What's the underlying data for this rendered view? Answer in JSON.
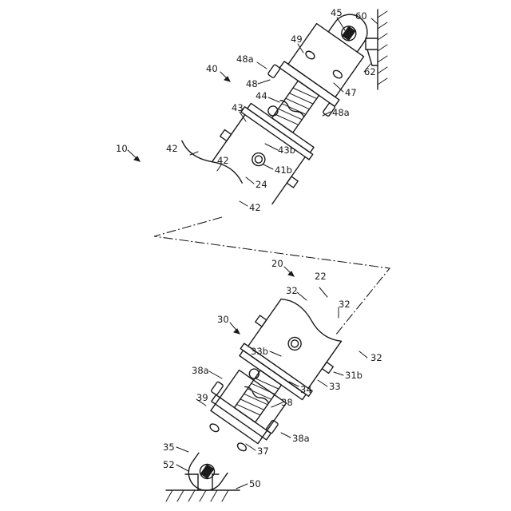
{
  "labels": {
    "l45": "45",
    "l60": "60",
    "l49": "49",
    "l48a_top": "48a",
    "l62": "62",
    "l40": "40",
    "l48": "48",
    "l47": "47",
    "l44": "44",
    "l48a_right": "48a",
    "l43": "43",
    "l43b": "43b",
    "l10": "10",
    "l42_left": "42",
    "l42_center": "42",
    "l41b": "41b",
    "l24": "24",
    "l42_bottom": "42",
    "l20": "20",
    "l22": "22",
    "l32_top": "32",
    "l32_center": "32",
    "l30": "30",
    "l32_right": "32",
    "l33b": "33b",
    "l31b": "31b",
    "l38a_top": "38a",
    "l34": "34",
    "l33": "33",
    "l39": "39",
    "l38": "38",
    "l38a_bottom": "38a",
    "l35": "35",
    "l37": "37",
    "l52": "52",
    "l50": "50"
  }
}
